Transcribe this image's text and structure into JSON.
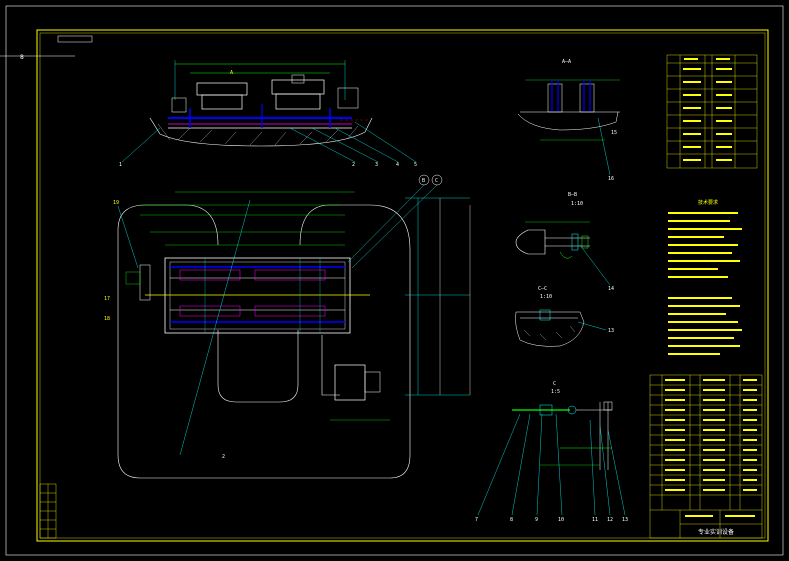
{
  "drawing": {
    "sheet_tag": "8",
    "view_labels": {
      "section_aa": "A—A",
      "section_bb": "B—B",
      "section_cc": "C—C",
      "detail_a": "A",
      "detail_b": "B",
      "detail_c": "C"
    },
    "scale_labels": [
      "1:10",
      "1:10",
      "1:5"
    ],
    "callouts": {
      "top_view": [
        "1",
        "2",
        "3",
        "4",
        "5"
      ],
      "plan_view": [
        "B",
        "C",
        "17",
        "18",
        "19",
        "2"
      ],
      "section_aa": [
        "15",
        "16"
      ],
      "section_bb": [
        "14"
      ],
      "section_cc": [
        "13"
      ],
      "bottom_detail": [
        "7",
        "8",
        "9",
        "10",
        "11",
        "12",
        "13"
      ]
    },
    "note_heading": "技术要求",
    "title_block_caption": "专业实训设备"
  },
  "colors": {
    "background": "#000000",
    "frame": "#ffff00",
    "outline": "#ffffff",
    "cyan": "#00ffff",
    "blue": "#0000ff",
    "green": "#00ff00",
    "magenta": "#ff00ff",
    "red": "#ff0000"
  }
}
